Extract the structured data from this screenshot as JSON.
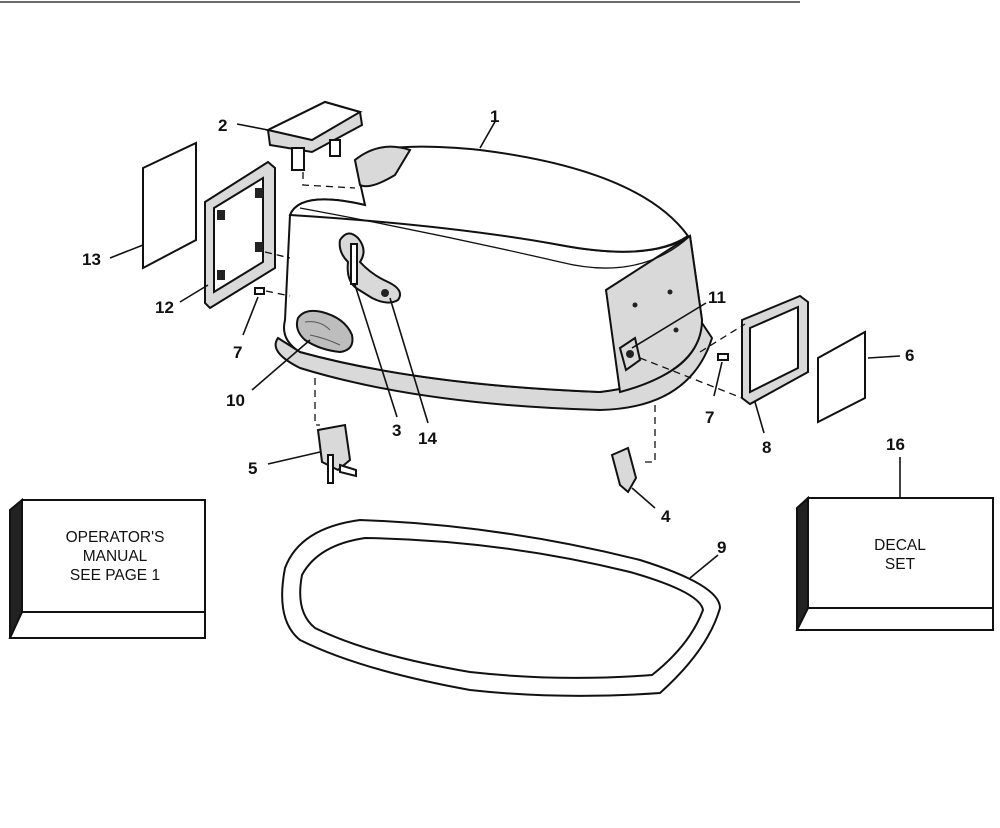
{
  "callouts": [
    "1",
    "2",
    "3",
    "4",
    "5",
    "6",
    "7",
    "7",
    "8",
    "9",
    "10",
    "11",
    "12",
    "13",
    "14",
    "16"
  ],
  "boxes": {
    "operators_manual": [
      "OPERATOR'S",
      "MANUAL",
      "SEE PAGE 1"
    ],
    "decal_set": [
      "DECAL",
      "SET"
    ]
  }
}
